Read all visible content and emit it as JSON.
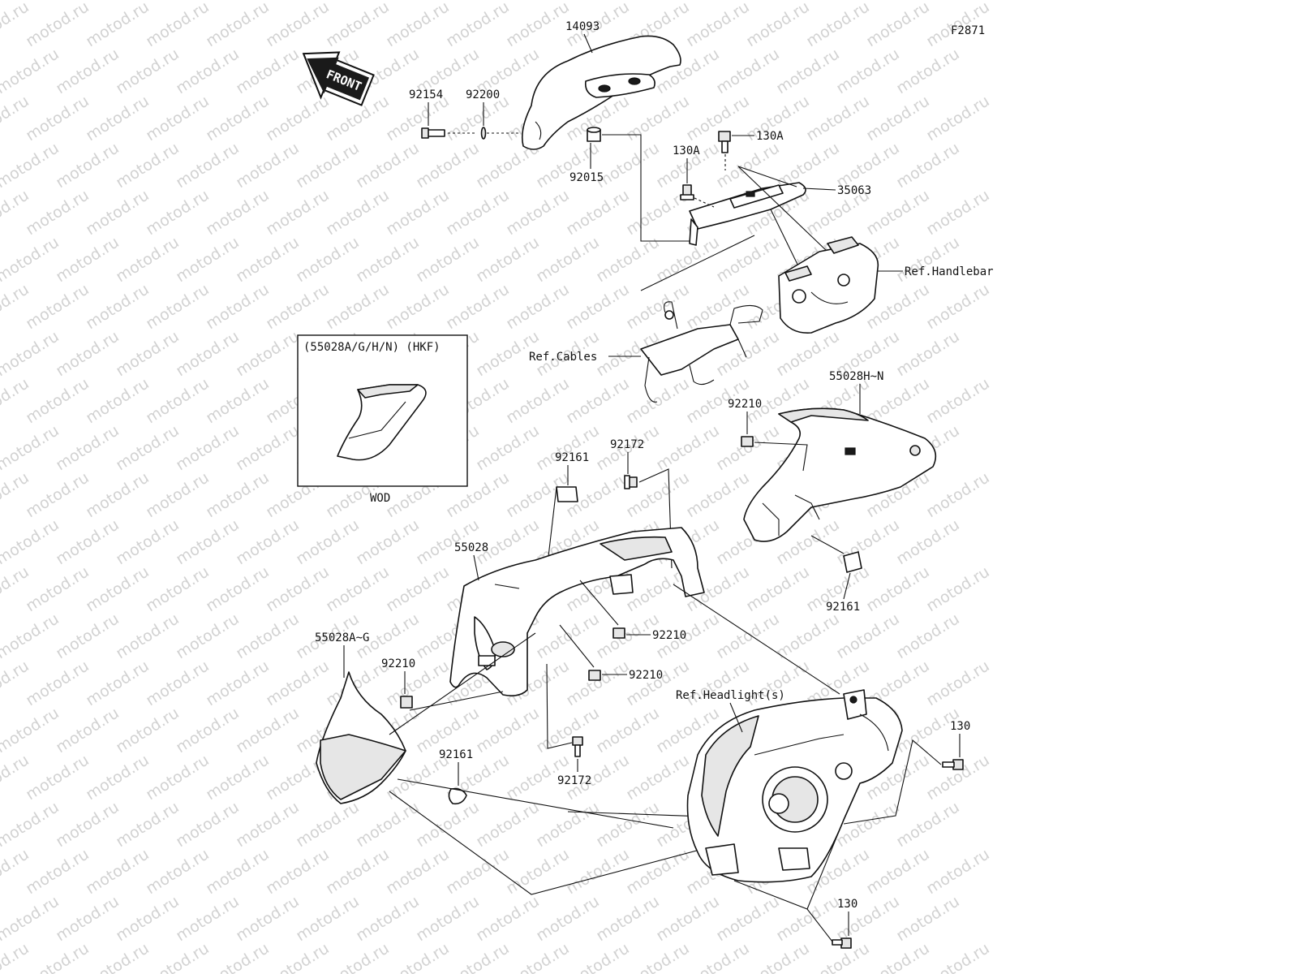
{
  "diagram_id": "F2871",
  "front_arrow_text": "FRONT",
  "watermark": "motod.ru",
  "inset": {
    "title": "(55028A/G/H/N) (HKF)",
    "caption": "WOD"
  },
  "labels": {
    "p14093": "14093",
    "p92154": "92154",
    "p92200": "92200",
    "p92015": "92015",
    "p130A_a": "130A",
    "p130A_b": "130A",
    "p35063": "35063",
    "ref_handlebar": "Ref.Handlebar",
    "ref_cables": "Ref.Cables",
    "p55028HN": "55028H~N",
    "p92210_a": "92210",
    "p92172_a": "92172",
    "p92161_a": "92161",
    "p55028": "55028",
    "p92161_b": "92161",
    "p92210_b": "92210",
    "p55028AG": "55028A~G",
    "p92210_c": "92210",
    "p92210_d": "92210",
    "ref_headlight": "Ref.Headlight(s)",
    "p130_a": "130",
    "p92161_c": "92161",
    "p92172_b": "92172",
    "p130_b": "130"
  }
}
